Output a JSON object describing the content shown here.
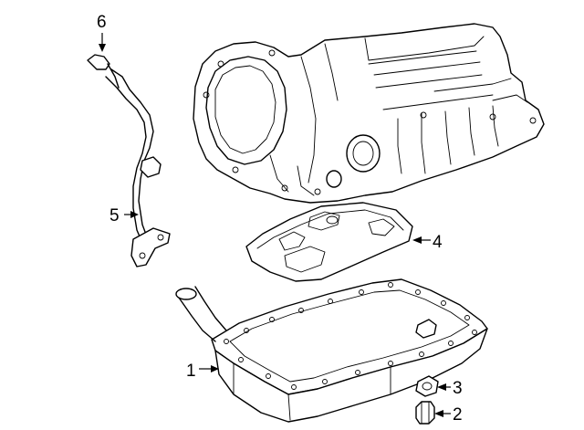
{
  "callouts": [
    {
      "id": "1",
      "label": "1"
    },
    {
      "id": "2",
      "label": "2"
    },
    {
      "id": "3",
      "label": "3"
    },
    {
      "id": "4",
      "label": "4"
    },
    {
      "id": "5",
      "label": "5"
    },
    {
      "id": "6",
      "label": "6"
    }
  ],
  "parts": [
    "transmission-case",
    "oil-pan",
    "drain-plug",
    "gasket",
    "oil-strainer",
    "dipstick-tube",
    "dipstick"
  ]
}
